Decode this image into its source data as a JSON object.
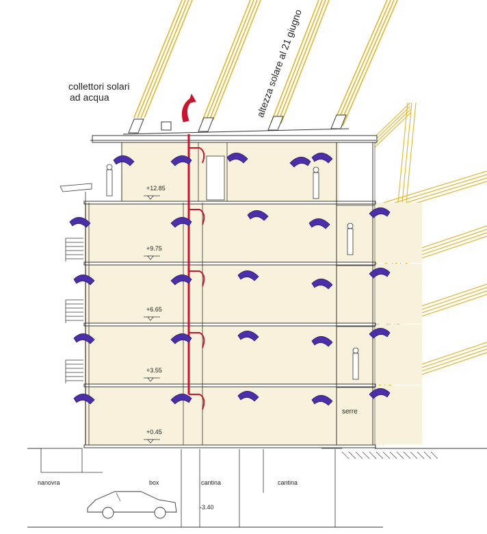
{
  "labels": {
    "collectors_line1": "collettori solari",
    "collectors_line2": "ad acqua",
    "sun_height": "altezza solare al 21 giugno",
    "serre": "serre"
  },
  "levels": [
    "+12.85",
    "+9.75",
    "+6.65",
    "+3.55",
    "+0.45",
    "-3.40"
  ],
  "basement_rooms": [
    "nanovra",
    "box",
    "cantina",
    "cantina"
  ],
  "colors": {
    "floor_fill": "#f8f2dc",
    "sun_ray": "#e0b52b",
    "air_arrow": "#4b2fa8",
    "hot_air": "#c8142c",
    "line": "#333333"
  }
}
